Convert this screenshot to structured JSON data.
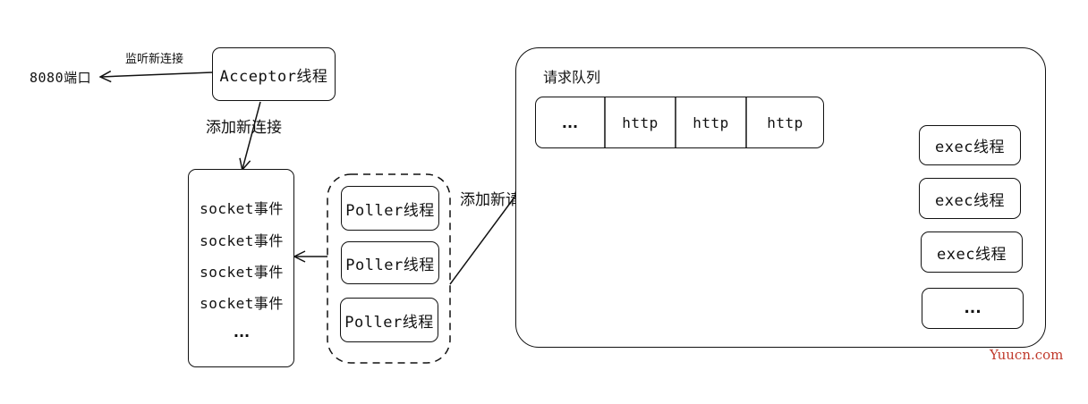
{
  "port_label": "8080端口",
  "listen_label": "监听新连接",
  "acceptor_label": "Acceptor线程",
  "add_connection_label": "添加新连接",
  "socket_events": [
    "socket事件",
    "socket事件",
    "socket事件",
    "socket事件",
    "..."
  ],
  "pollers": [
    "Poller线程",
    "Poller线程",
    "Poller线程"
  ],
  "add_request_label": "添加新请求",
  "queue": {
    "title": "请求队列",
    "cells": [
      "...",
      "http",
      "http",
      "http"
    ]
  },
  "exec_threads": [
    "exec线程",
    "exec线程",
    "exec线程",
    "..."
  ],
  "watermark": "Yuucn.com",
  "colors": {
    "watermark": "#c0392b",
    "stroke": "#111111"
  }
}
